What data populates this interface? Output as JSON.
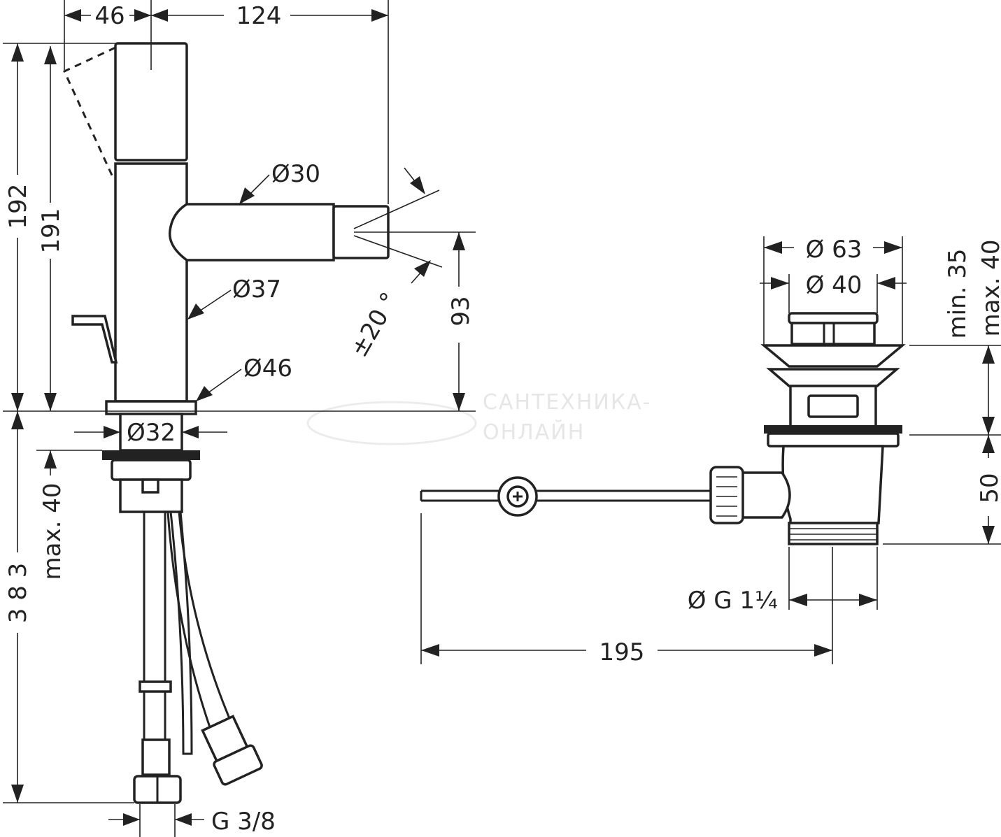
{
  "dimensions": {
    "handle_offset": "46",
    "spout_reach": "124",
    "total_height": "192",
    "spout_height": "191",
    "spout_diameter": "Ø30",
    "body_diameter": "Ø37",
    "base_diameter": "Ø46",
    "spray_angle": "±20 °",
    "outlet_height": "93",
    "shank_diameter": "Ø32",
    "max_deck_thickness": "max. 40",
    "hose_length": "3 8 3",
    "hose_thread": "G 3/8",
    "waste_head_outer": "Ø 63",
    "waste_head_inner": "Ø 40",
    "min_thickness": "min. 35",
    "max_thickness": "max. 40",
    "waste_body_height": "50",
    "waste_thread": "Ø G 1¼",
    "rod_length": "195"
  },
  "watermark": {
    "line1": "САНТЕХНИКА-",
    "line2": "ОНЛАЙН"
  }
}
